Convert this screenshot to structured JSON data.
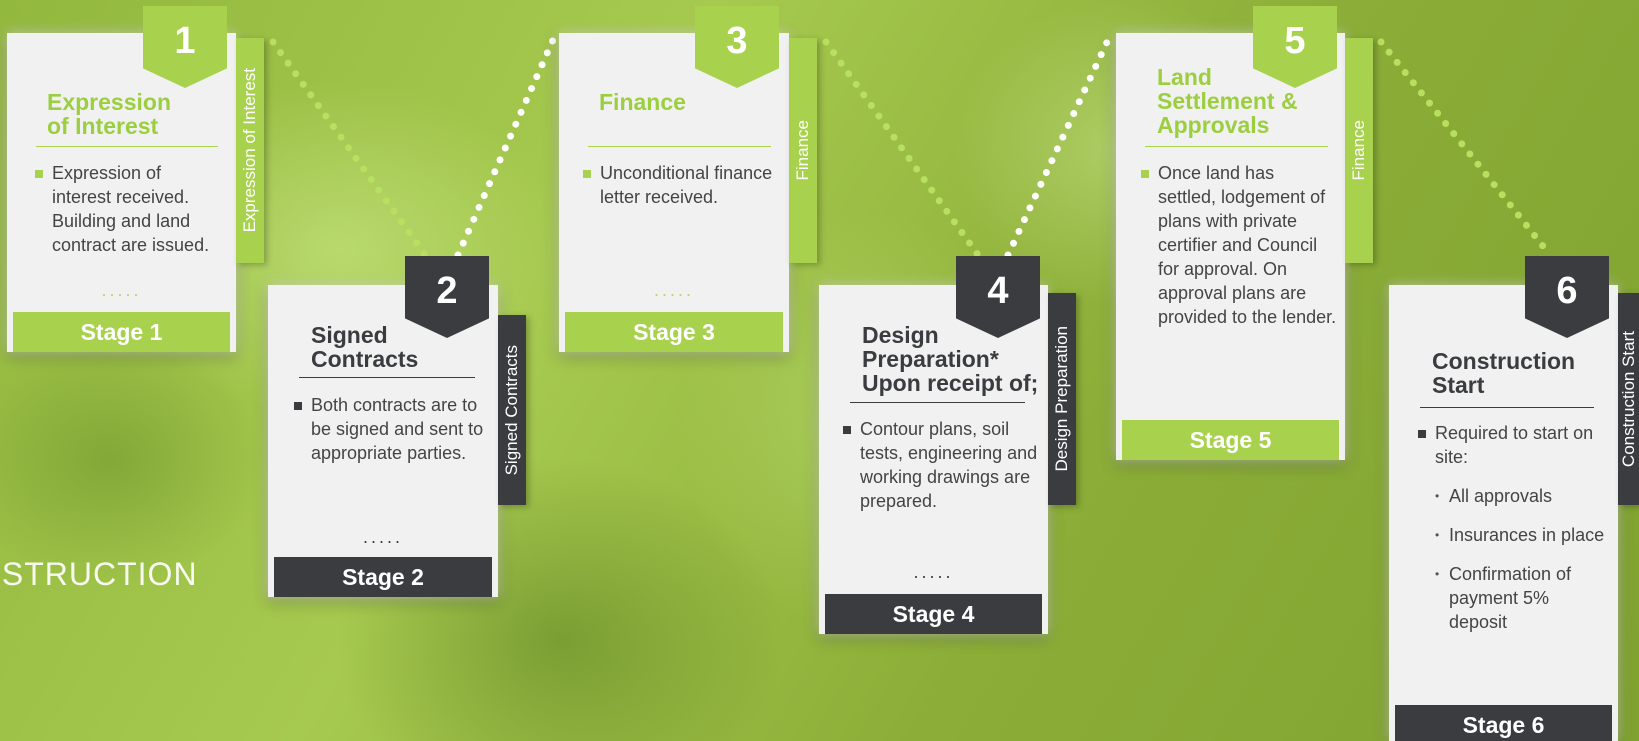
{
  "side_heading": "ISTRUCTION",
  "stages": [
    {
      "number": "1",
      "title_lines": [
        "Expression",
        "of Interest"
      ],
      "tab": "Expression of Interest",
      "bullets": [
        "Expression of interest received. Building and land contract are issued."
      ],
      "sub_bullets": [],
      "dots": ".....",
      "footer": "Stage 1"
    },
    {
      "number": "2",
      "title_lines": [
        "Signed",
        "Contracts"
      ],
      "tab": "Signed Contracts",
      "bullets": [
        "Both contracts are to be signed and sent to appropriate parties."
      ],
      "sub_bullets": [],
      "dots": ".....",
      "footer": "Stage 2"
    },
    {
      "number": "3",
      "title_lines": [
        "Finance"
      ],
      "tab": "Finance",
      "bullets": [
        "Unconditional finance letter received."
      ],
      "sub_bullets": [],
      "dots": ".....",
      "footer": "Stage 3"
    },
    {
      "number": "4",
      "title_lines": [
        "Design",
        "Preparation*",
        "Upon receipt of;"
      ],
      "tab": "Design Preparation",
      "bullets": [
        "Contour plans, soil tests, engineering and working drawings are prepared."
      ],
      "sub_bullets": [],
      "dots": ".....",
      "footer": "Stage 4"
    },
    {
      "number": "5",
      "title_lines": [
        "Land",
        "Settlement &",
        "Approvals"
      ],
      "tab": "Finance",
      "bullets": [
        "Once land has settled, lodgement of plans with private certifier and Council for approval. On approval plans are provided to the lender."
      ],
      "sub_bullets": [],
      "dots": "",
      "footer": "Stage 5"
    },
    {
      "number": "6",
      "title_lines": [
        "Construction",
        "Start"
      ],
      "tab": "Construction Start",
      "bullets": [
        "Required to start on site:"
      ],
      "sub_bullets": [
        "All approvals",
        "Insurances in place",
        "Confirmation of payment 5% deposit"
      ],
      "dots": "",
      "footer": "Stage 6"
    }
  ],
  "colors": {
    "accent_green": "#a8d24e",
    "title_green": "#9ccf3f",
    "dark": "#3a3c40",
    "card_bg": "#f1f1f1"
  }
}
